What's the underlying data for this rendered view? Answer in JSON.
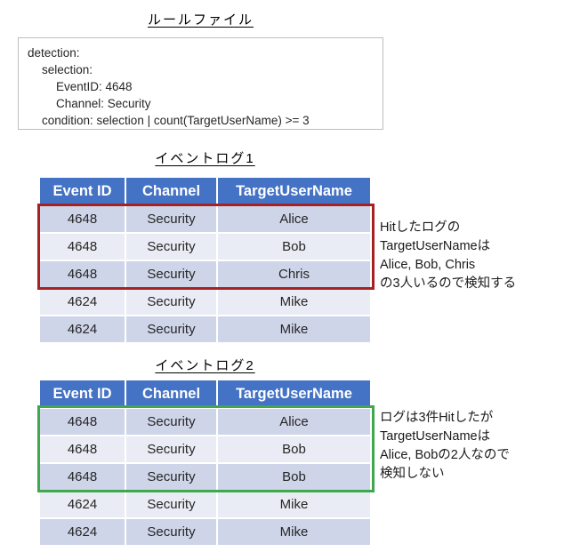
{
  "rule": {
    "title": "ルールファイル",
    "lines": [
      "detection:",
      "selection:",
      "EventID: 4648",
      "Channel: Security",
      "condition: selection | count(TargetUserName) >= 3"
    ]
  },
  "tables": {
    "columns": [
      "Event ID",
      "Channel",
      "TargetUserName"
    ],
    "log1": {
      "title": "イベントログ1",
      "rows": [
        [
          "4648",
          "Security",
          "Alice"
        ],
        [
          "4648",
          "Security",
          "Bob"
        ],
        [
          "4648",
          "Security",
          "Chris"
        ],
        [
          "4624",
          "Security",
          "Mike"
        ],
        [
          "4624",
          "Security",
          "Mike"
        ]
      ],
      "annotation": "Hitしたログの\nTargetUserNameは\nAlice, Bob, Chris\nの3人いるので検知する"
    },
    "log2": {
      "title": "イベントログ2",
      "rows": [
        [
          "4648",
          "Security",
          "Alice"
        ],
        [
          "4648",
          "Security",
          "Bob"
        ],
        [
          "4648",
          "Security",
          "Bob"
        ],
        [
          "4624",
          "Security",
          "Mike"
        ],
        [
          "4624",
          "Security",
          "Mike"
        ]
      ],
      "annotation": "ログは3件Hitしたが\nTargetUserNameは\nAlice, Bobの2人なので\n検知しない"
    }
  },
  "colors": {
    "table_header_bg": "#4472C4",
    "table_header_text": "#FFFFFF",
    "row_band_dark": "#CFD5E9",
    "row_band_light": "#EAECF5",
    "log1_highlight_border": "#A52222",
    "log2_highlight_border": "#3FA84C",
    "rule_box_border": "#BFBFBF"
  }
}
